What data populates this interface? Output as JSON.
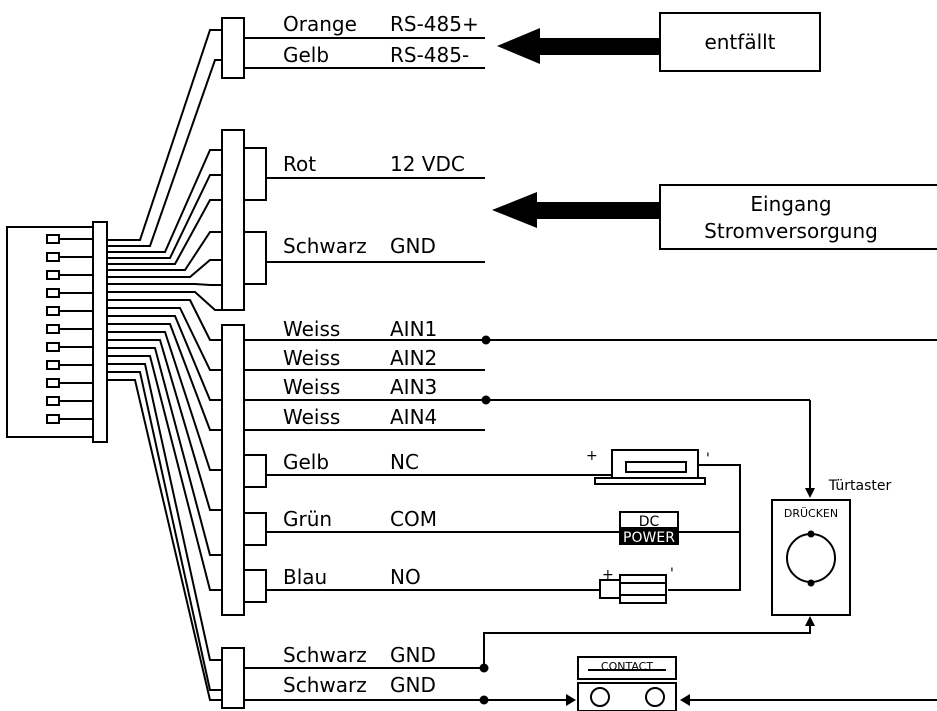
{
  "groups": {
    "rs485": [
      {
        "color": "Orange",
        "signal": "RS-485+"
      },
      {
        "color": "Gelb",
        "signal": "RS-485-"
      }
    ],
    "power": [
      {
        "color": "Rot",
        "signal": "12 VDC"
      },
      {
        "color": "Schwarz",
        "signal": "GND"
      }
    ],
    "inputs": [
      {
        "color": "Weiss",
        "signal": "AIN1"
      },
      {
        "color": "Weiss",
        "signal": "AIN2"
      },
      {
        "color": "Weiss",
        "signal": "AIN3"
      },
      {
        "color": "Weiss",
        "signal": "AIN4"
      }
    ],
    "relay": [
      {
        "color": "Gelb",
        "signal": "NC"
      },
      {
        "color": "Grün",
        "signal": "COM"
      },
      {
        "color": "Blau",
        "signal": "NO"
      }
    ],
    "ground": [
      {
        "color": "Schwarz",
        "signal": "GND"
      },
      {
        "color": "Schwarz",
        "signal": "GND"
      }
    ]
  },
  "boxes": {
    "rs485_note": "entfällt",
    "power_input_line1": "Eingang",
    "power_input_line2": "Stromversorgung"
  },
  "components": {
    "button_caption": "Türtaster",
    "button_label": "DRÜCKEN",
    "dc_power_line1": "DC",
    "dc_power_line2": "POWER",
    "contact_label": "CONTACT",
    "plus": "+",
    "minus": "'"
  }
}
